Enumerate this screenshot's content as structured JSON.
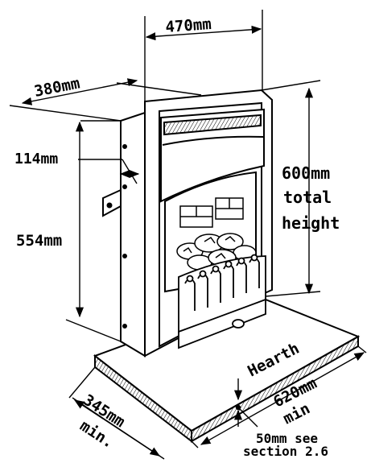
{
  "dimensions": {
    "width_label": "470mm",
    "depth_label": "380mm",
    "bracket_label": "114mm",
    "body_height_label": "554mm",
    "total_height_line1": "600mm",
    "total_height_line2": "total",
    "total_height_line3": "height",
    "hearth_label": "Hearth",
    "hearth_depth_label": "345mm",
    "hearth_depth_min": "min.",
    "hearth_width_label": "620mm",
    "hearth_width_min": "min",
    "hearth_thickness_line1": "50mm see",
    "hearth_thickness_line2": "section 2.6"
  },
  "colors": {
    "ink": "#000000",
    "paper": "#ffffff"
  }
}
